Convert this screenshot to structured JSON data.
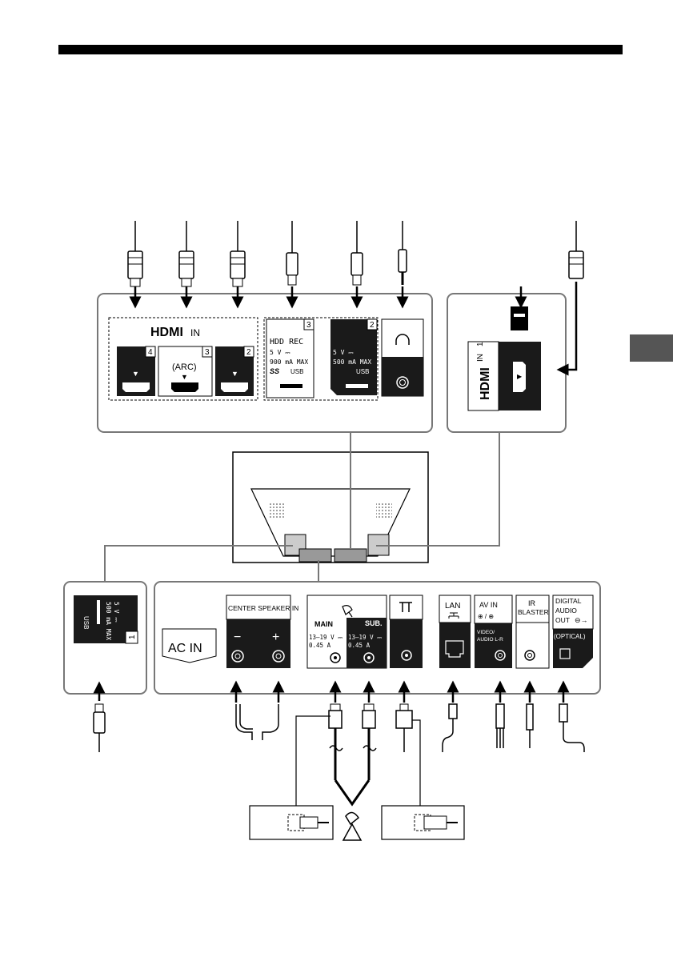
{
  "colors": {
    "ink": "#000000",
    "panel_gray": "#c8c8c8",
    "dark": "#1a1a1a",
    "tab": "#555555"
  },
  "top_panel": {
    "hdmi_logo": "HDMI",
    "hdmi_in": "IN",
    "hdmi_ports": [
      {
        "number": "4",
        "label": ""
      },
      {
        "number": "3",
        "label": "(ARC)"
      },
      {
        "number": "2",
        "label": ""
      }
    ],
    "usb3": {
      "number": "3",
      "title": "HDD REC",
      "line1": "5 V ⎓",
      "line2": "900 mA MAX",
      "line3": "USB",
      "ss_logo": "SS"
    },
    "usb2": {
      "number": "2",
      "line1": "5 V ⎓",
      "line2": "500 mA MAX",
      "line3": "USB"
    },
    "headphone_icon": "headphones-icon"
  },
  "side_panel": {
    "hdmi_logo": "HDMI",
    "hdmi_in": "IN",
    "number": "1"
  },
  "left_panel": {
    "line1": "5 V ⎓",
    "line2": "500 mA MAX",
    "line3": "USB",
    "number": "1"
  },
  "bottom_panel": {
    "ac_in": "AC IN",
    "center_speaker": "CENTER SPEAKER IN",
    "minus": "−",
    "plus": "+",
    "main": "MAIN",
    "sub": "SUB.",
    "main_v": "13–19 V ⎓",
    "main_a": "0.45 A",
    "sub_v": "13–19 V ⎓",
    "sub_a": "0.45 A",
    "lan": "LAN",
    "av_in": "AV IN",
    "video_audio": "VIDEO/",
    "audio_lr": "AUDIO L-R",
    "ir": "IR",
    "blaster": "BLASTER",
    "digital": "DIGITAL",
    "audio": "AUDIO",
    "out": "OUT",
    "optical": "(OPTICAL)"
  }
}
